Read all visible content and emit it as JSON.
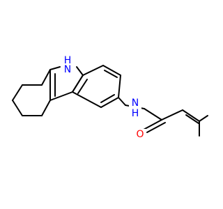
{
  "molecule": {
    "atoms": {
      "indole_nh": {
        "symbol": "N",
        "hydrogen": "H",
        "color": "#0000ff"
      },
      "amide_n": {
        "symbol": "N",
        "hydrogen": "H",
        "color": "#0000ff"
      },
      "carbonyl_o": {
        "symbol": "O",
        "color": "#ff0000"
      }
    },
    "bond_color": "#000000",
    "background": "#ffffff"
  }
}
